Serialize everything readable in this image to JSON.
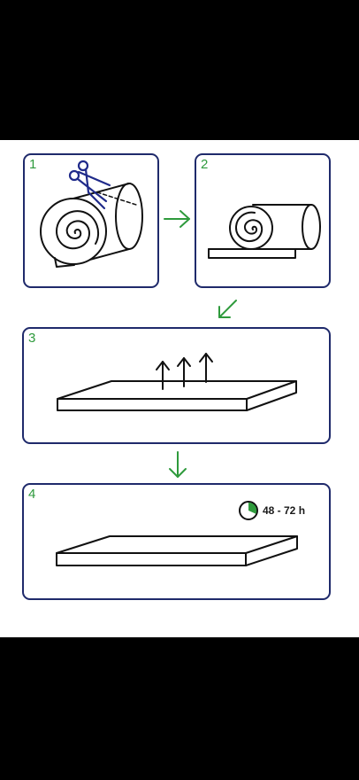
{
  "colors": {
    "card_border": "#1f2a6b",
    "step_number": "#2e9a3c",
    "arrow": "#2e9a3c",
    "scissors": "#1f2a8a",
    "timer_fill": "#2e9a3c",
    "line": "#111111"
  },
  "steps": [
    {
      "number": "1",
      "icon": "rolled-mattress-scissors-icon"
    },
    {
      "number": "2",
      "icon": "unrolling-mattress-icon"
    },
    {
      "number": "3",
      "icon": "expanding-mattress-icon"
    },
    {
      "number": "4",
      "icon": "flat-mattress-icon"
    }
  ],
  "connectors": [
    "arrow-right-icon",
    "arrow-down-left-icon",
    "arrow-down-icon"
  ],
  "timer": {
    "label": "48 - 72 h",
    "icon": "clock-icon",
    "elapsed_fraction": 0.33
  }
}
